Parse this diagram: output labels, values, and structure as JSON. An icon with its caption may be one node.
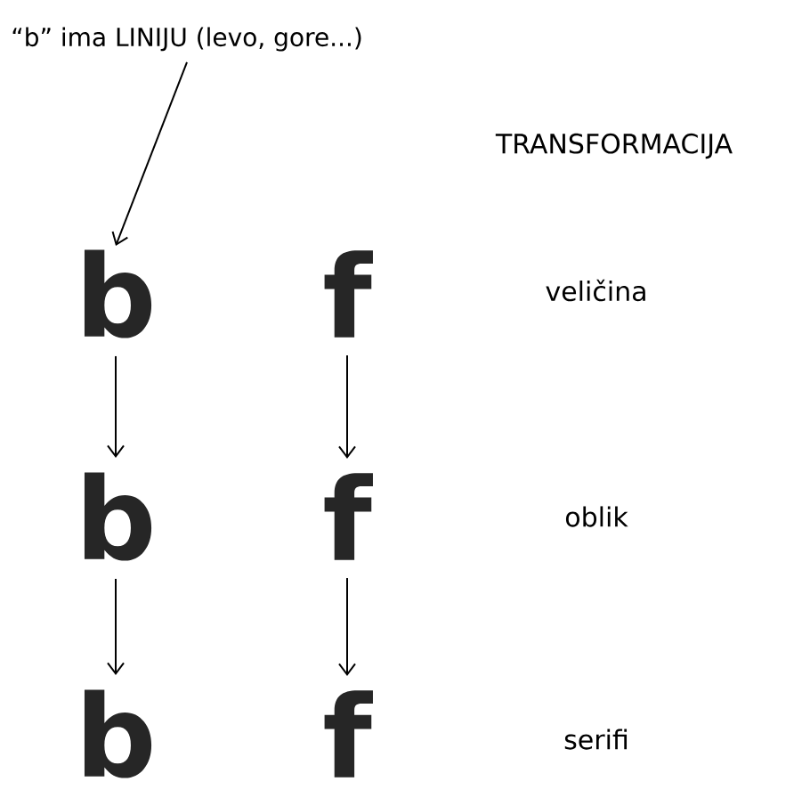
{
  "diagram": {
    "nodes": [
      {
        "text": [
          "“b” ima LINIJU (levo, gore...)"
        ]
      },
      {
        "text": [
          "b"
        ]
      },
      {
        "text": [
          "b"
        ]
      },
      {
        "text": [
          "b"
        ]
      },
      {
        "text": [
          "f"
        ]
      },
      {
        "text": [
          "f"
        ]
      },
      {
        "text": [
          "f"
        ]
      }
    ],
    "edges": [
      {
        "from": 0,
        "to": 1,
        "arrow": "to"
      },
      {
        "from": 1,
        "to": 2,
        "arrow": "to"
      },
      {
        "from": 2,
        "to": 3,
        "arrow": "to"
      },
      {
        "from": 4,
        "to": 5,
        "arrow": "to"
      },
      {
        "from": 5,
        "to": 6,
        "arrow": "to"
      }
    ],
    "labels": [
      "TRANSFORMACIJA",
      "veličina",
      "oblik",
      "serifi"
    ]
  }
}
